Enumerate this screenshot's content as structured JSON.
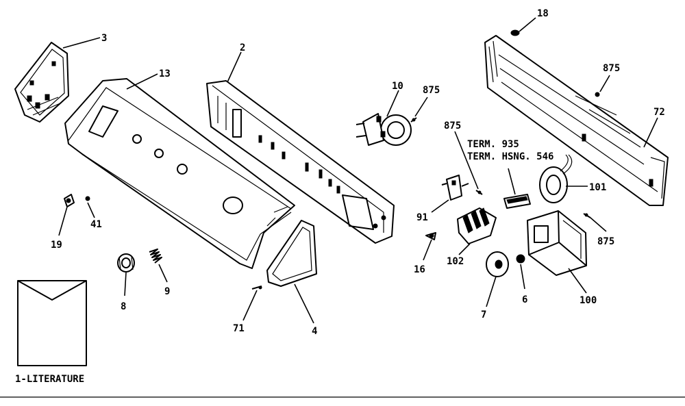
{
  "labels": {
    "p1": "1-LITERATURE",
    "p2": "2",
    "p3": "3",
    "p4": "4",
    "p6": "6",
    "p7": "7",
    "p8": "8",
    "p9": "9",
    "p10": "10",
    "p13": "13",
    "p16": "16",
    "p18": "18",
    "p19": "19",
    "p41": "41",
    "p71": "71",
    "p72": "72",
    "p91": "91",
    "p100": "100",
    "p101": "101",
    "p102": "102",
    "p875a": "875",
    "p875b": "875",
    "p875c": "875",
    "p875d": "875",
    "term935": "TERM. 935",
    "termhsng": "TERM. HSNG. 546"
  }
}
